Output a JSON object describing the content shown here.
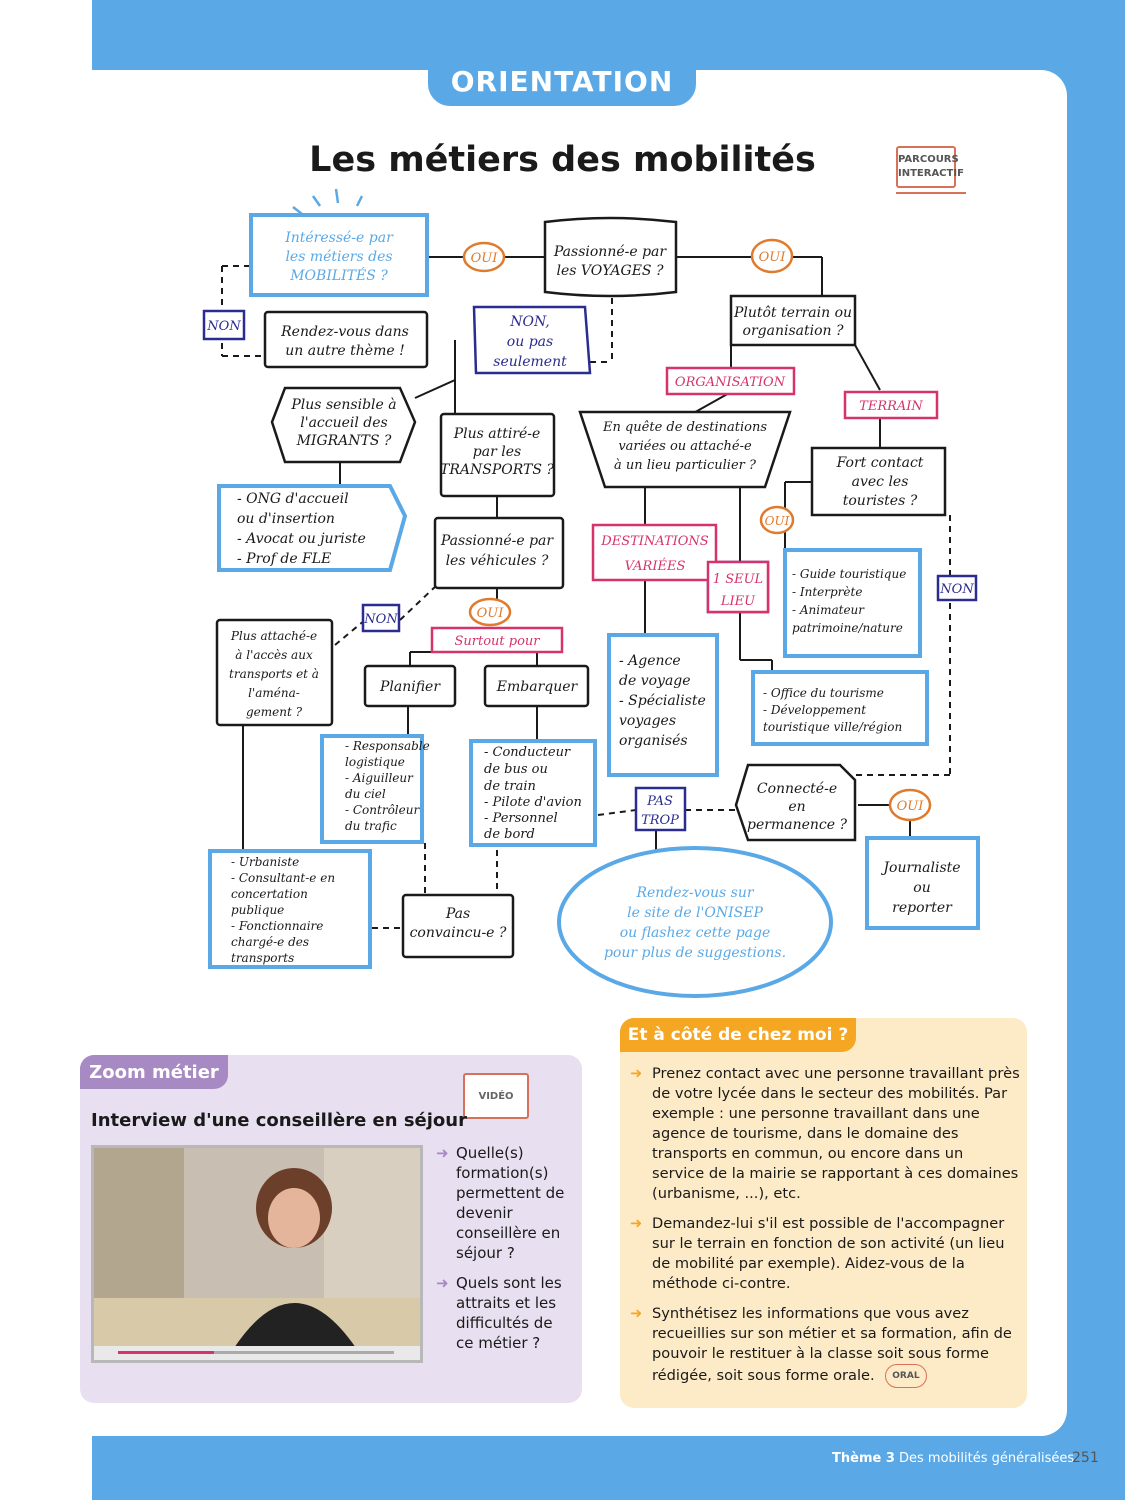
{
  "header": {
    "tab": "ORIENTATION",
    "title": "Les métiers des mobilités",
    "parcours": [
      "PARCOURS",
      "INTERACTIF"
    ]
  },
  "flow": {
    "interesse": [
      "Intéressé-e par",
      "les métiers des",
      "MOBILITÉS ?"
    ],
    "oui_a": "OUI",
    "passionne_voyages": [
      "Passionné-e par",
      "les VOYAGES ?"
    ],
    "oui_b": "OUI",
    "non_a": "NON",
    "rendez_vous": [
      "Rendez-vous dans",
      "un autre thème !"
    ],
    "non_pas_seulement": [
      "NON,",
      "ou pas",
      "seulement"
    ],
    "terrain_orga": [
      "Plutôt terrain ou",
      "organisation ?"
    ],
    "organisation": "ORGANISATION",
    "terrain": "TERRAIN",
    "sensible_migrants": [
      "Plus sensible à",
      "l'accueil des",
      "MIGRANTS ?"
    ],
    "attire_transports": [
      "Plus attiré-e",
      "par les",
      "TRANSPORTS ?"
    ],
    "quete_destinations": [
      "En quête de destinations",
      "variées ou attaché-e",
      "à un lieu particulier ?"
    ],
    "fort_contact": [
      "Fort contact",
      "avec les",
      "touristes ?"
    ],
    "ong_list": [
      "- ONG d'accueil",
      "ou d'insertion",
      "- Avocat ou juriste",
      "- Prof de FLE"
    ],
    "passionne_vehicules": [
      "Passionné-e par",
      "les véhicules ?"
    ],
    "oui_c": "OUI",
    "destinations_variees": [
      "DESTINATIONS",
      "VARIÉES"
    ],
    "un_seul_lieu": [
      "1 SEUL",
      "LIEU"
    ],
    "guide_list": [
      "- Guide touristique",
      "- Interprète",
      "- Animateur",
      "patrimoine/nature"
    ],
    "non_b": "NON",
    "non_c": "NON",
    "attache_acces": [
      "Plus attaché-e",
      "à l'accès aux",
      "transports et à",
      "l'aména-",
      "gement ?"
    ],
    "oui_d": "OUI",
    "surtout_pour": "Surtout pour",
    "planifier": "Planifier",
    "embarquer": "Embarquer",
    "agence_list": [
      "- Agence",
      "de voyage",
      "- Spécialiste",
      "voyages",
      "organisés"
    ],
    "office_list": [
      "- Office du tourisme",
      "- Développement",
      "touristique ville/région"
    ],
    "responsable_list": [
      "- Responsable",
      "logistique",
      "- Aiguilleur",
      "du ciel",
      "- Contrôleur",
      "du trafic"
    ],
    "conducteur_list": [
      "- Conducteur",
      "de bus ou",
      "de train",
      "- Pilote d'avion",
      "- Personnel",
      "de bord"
    ],
    "pas_trop": [
      "PAS",
      "TROP"
    ],
    "connecte": [
      "Connecté-e",
      "en",
      "permanence ?"
    ],
    "oui_e": "OUI",
    "urbaniste_list": [
      "- Urbaniste",
      "- Consultant-e en",
      "concertation",
      "publique",
      "- Fonctionnaire",
      "chargé-e des",
      "transports"
    ],
    "pas_convaincu": [
      "Pas",
      "convaincu-e ?"
    ],
    "onisep": [
      "Rendez-vous sur",
      "le site de l'ONISEP",
      "ou flashez cette page",
      "pour plus de suggestions."
    ],
    "journaliste": [
      "Journaliste",
      "ou",
      "reporter"
    ]
  },
  "zoom": {
    "tag": "Zoom métier",
    "video_label": "VIDÉO",
    "title": "Interview d'une conseillère en séjour",
    "questions": [
      "Quelle(s) formation(s) permettent de devenir conseillère en séjour ?",
      "Quels sont les attraits et les difficultés de ce métier ?"
    ]
  },
  "cote": {
    "tag": "Et à côté de chez moi ?",
    "items": [
      "Prenez contact avec une personne travaillant près de votre lycée dans le secteur des mobilités. Par exemple : une personne travaillant dans une agence de tourisme, dans le domaine des transports en commun, ou encore dans un service de la mairie se rapportant à ces domaines (urbanisme, ...), etc.",
      "Demandez-lui s'il est possible de l'accompagner sur le terrain en fonction de son activité (un lieu de mobilité par exemple). Aidez-vous de la méthode ci-contre.",
      "Synthétisez les informations que vous avez recueillies sur son métier et sa formation, afin de pouvoir le restituer à la classe soit sous forme rédigée, soit sous forme orale."
    ],
    "oral_label": "ORAL"
  },
  "footer": {
    "theme": "Thème 3",
    "subtitle": "Des mobilités généralisées",
    "page": "251"
  },
  "colors": {
    "blue": "#5aa9e6",
    "orange": "#e07a2c",
    "pink": "#d6336c",
    "navy": "#2b2c8f",
    "purple": "#a789c4",
    "gold": "#f5a623"
  }
}
